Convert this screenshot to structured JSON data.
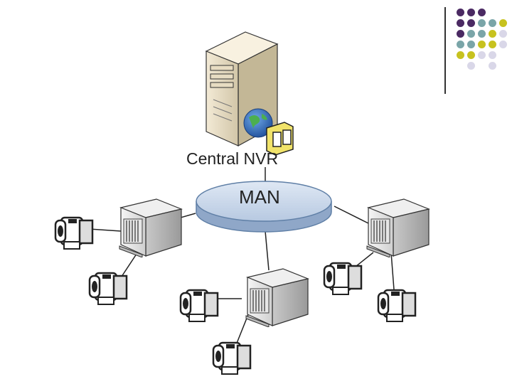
{
  "labels": {
    "central_nvr": "Central NVR",
    "network": "MAN"
  },
  "icons": {
    "server": "central-nvr-server-icon",
    "globe": "globe-icon",
    "folder": "folder-icon",
    "nvr_box": "nvr-recorder-icon",
    "camera": "video-camera-icon"
  },
  "colors": {
    "network_ellipse": "#c9d7ea",
    "network_ellipse_edge": "#5f7fa6",
    "deco_purple": "#4b2a63",
    "deco_teal": "#7aa5a8",
    "deco_olive": "#c7c21f",
    "deco_lavender": "#d9d7e8"
  },
  "decoration": {
    "dot_grid_colors": [
      [
        "deco_purple",
        "deco_purple",
        "deco_purple",
        null,
        null
      ],
      [
        "deco_purple",
        "deco_purple",
        "deco_teal",
        "deco_teal",
        "deco_olive"
      ],
      [
        "deco_purple",
        "deco_teal",
        "deco_teal",
        "deco_olive",
        "deco_lavender"
      ],
      [
        "deco_teal",
        "deco_teal",
        "deco_olive",
        "deco_olive",
        "deco_lavender"
      ],
      [
        "deco_olive",
        "deco_olive",
        "deco_lavender",
        "deco_lavender",
        null
      ],
      [
        null,
        "deco_lavender",
        null,
        "deco_lavender",
        null
      ]
    ]
  }
}
